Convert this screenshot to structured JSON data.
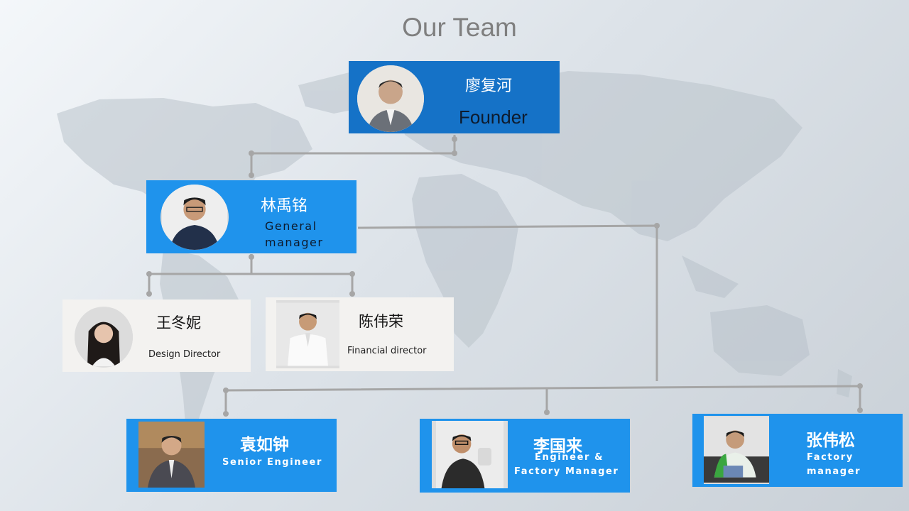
{
  "page_title": "Our Team",
  "members": {
    "founder": {
      "name": "廖复河",
      "role": "Founder"
    },
    "general_manager": {
      "name": "林禹铭",
      "role_line1": "General",
      "role_line2": "manager"
    },
    "design_director": {
      "name": "王冬妮",
      "role": "Design Director"
    },
    "financial_director": {
      "name": "陈伟荣",
      "role": "Financial director"
    },
    "senior_engineer": {
      "name": "袁如钟",
      "role": "Senior Engineer"
    },
    "factory_manager_li": {
      "name": "李国来",
      "role_line1": "Engineer &",
      "role_line2": "Factory Manager"
    },
    "factory_manager_zhang": {
      "name": "张伟松",
      "role_line1": "Factory",
      "role_line2": "manager"
    }
  },
  "colors": {
    "founder_card": "#1572c7",
    "manager_card": "#1f93ec",
    "director_card": "#f3f2f0",
    "connector": "#a6a6a6",
    "title_text": "#7f7f7f"
  }
}
